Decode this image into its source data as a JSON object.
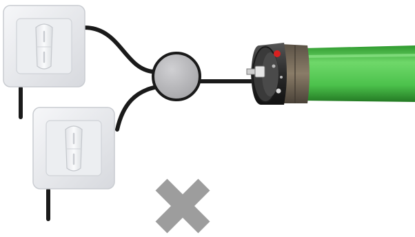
{
  "diagram": {
    "components": [
      {
        "id": "switch-top",
        "kind": "wall-switch",
        "icon": "rocker-switch-icon"
      },
      {
        "id": "switch-bottom",
        "kind": "wall-switch",
        "icon": "rocker-switch-icon"
      },
      {
        "id": "junction",
        "kind": "junction-node",
        "icon": "circle-junction-icon"
      },
      {
        "id": "motor",
        "kind": "tubular-motor",
        "icon": "tubular-motor-icon"
      },
      {
        "id": "prohibited",
        "kind": "status-mark",
        "icon": "cross-mark-icon",
        "meaning": "not allowed"
      }
    ],
    "connections": [
      {
        "from": "switch-top",
        "to": "junction"
      },
      {
        "from": "switch-bottom",
        "to": "junction"
      },
      {
        "from": "junction",
        "to": "motor"
      }
    ],
    "colors": {
      "wire": "#1a1a1a",
      "junction_fill": "#b8b8bb",
      "switch_plate": "#eeeff2",
      "tube": "#4cc24c",
      "motor_head": "#2d2d2d",
      "motor_collar": "#7a6e5e",
      "cross": "#9d9d9d"
    }
  }
}
